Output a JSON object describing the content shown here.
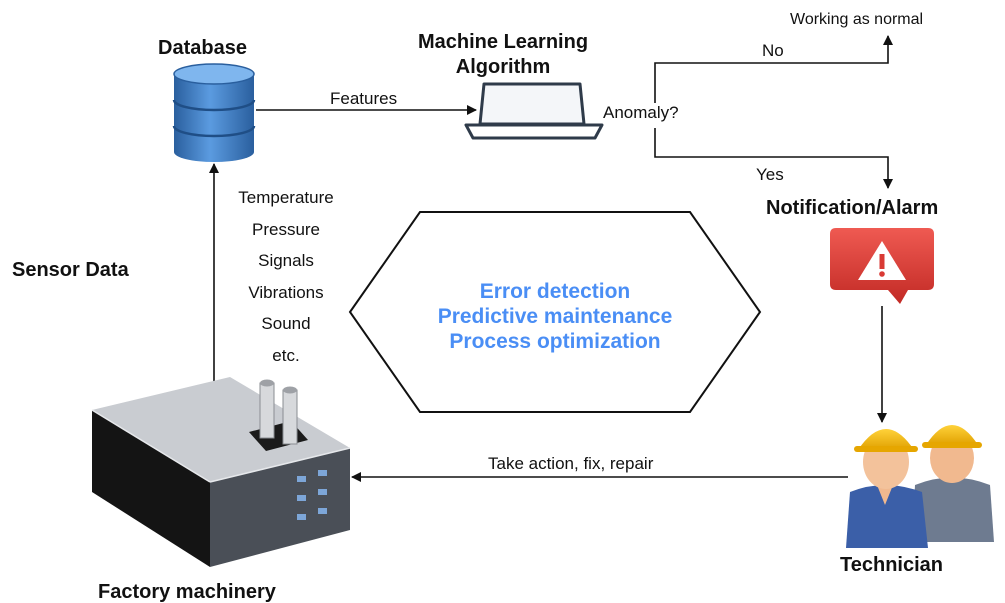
{
  "nodes": {
    "database": "Database",
    "ml_line1": "Machine Learning",
    "ml_line2": "Algorithm",
    "notification": "Notification/Alarm",
    "technician": "Technician",
    "factory": "Factory machinery",
    "sensor_data": "Sensor Data"
  },
  "edges": {
    "features": "Features",
    "anomaly": "Anomaly?",
    "no": "No",
    "yes": "Yes",
    "working": "Working as normal",
    "action": "Take action, fix, repair"
  },
  "signals": [
    "Temperature",
    "Pressure",
    "Signals",
    "Vibrations",
    "Sound",
    "etc."
  ],
  "center": [
    "Error detection",
    "Predictive maintenance",
    "Process optimization"
  ],
  "colors": {
    "accent_text": "#4a8ef5",
    "database": "#3f7fc9",
    "alarm": "#d93a34",
    "helmet": "#f2b705",
    "worker_shirt": "#3b5fa8"
  },
  "icons": {
    "database": "database-cylinder-icon",
    "ml": "laptop-icon",
    "alarm": "warning-alarm-icon",
    "technician": "technicians-icon",
    "factory": "factory-icon"
  }
}
